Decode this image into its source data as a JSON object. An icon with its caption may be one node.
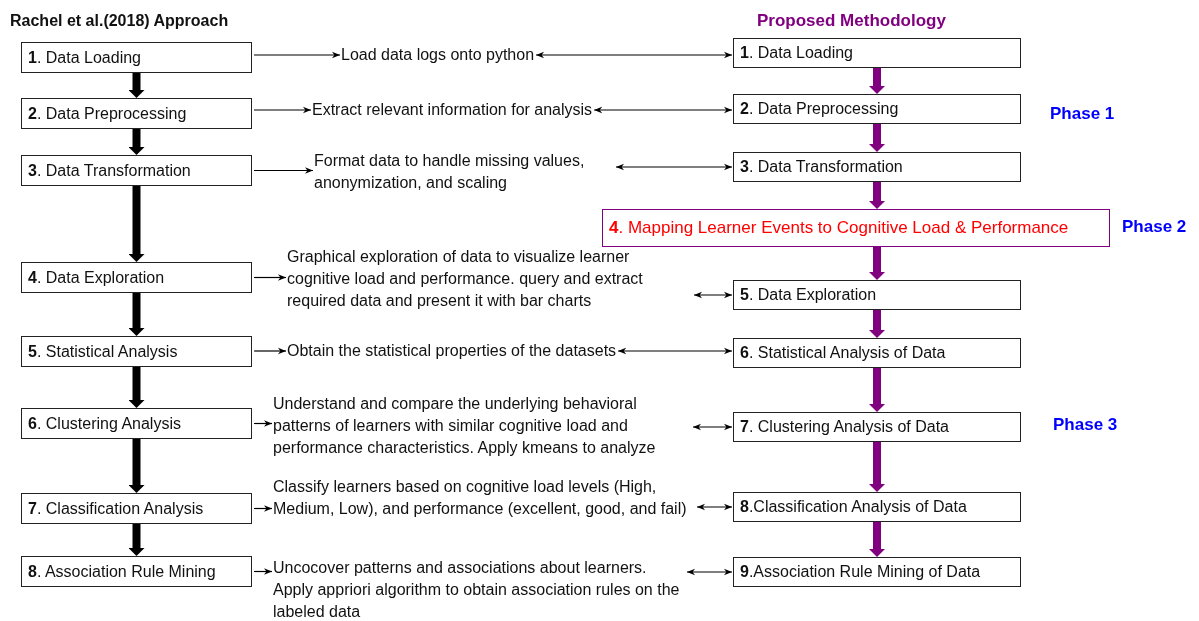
{
  "diagram": {
    "nodes": [
      {
        "text": [
          "**1**. Data Loading"
        ]
      },
      {
        "text": [
          "**2**. Data Preprocessing"
        ]
      },
      {
        "text": [
          "**3**. Data Transformation"
        ]
      },
      {
        "text": [
          "**4**. Data Exploration"
        ]
      },
      {
        "text": [
          "**5**. Statistical Analysis"
        ]
      },
      {
        "text": [
          "**6**. Clustering Analysis"
        ]
      },
      {
        "text": [
          "**7**. Classification Analysis"
        ]
      },
      {
        "text": [
          "**8**. Association Rule Mining"
        ]
      },
      {
        "text": [
          "Load data logs onto python"
        ]
      },
      {
        "text": [
          "Extract relevant information for analysis"
        ]
      },
      {
        "text": [
          "Format data to handle missing values, anonymization, and scaling"
        ]
      },
      {
        "text": [
          "Graphical exploration of data to visualize learner cognitive load and performance. query and extract required data and present it with bar charts"
        ]
      },
      {
        "text": [
          "Obtain the statistical properties of the datasets"
        ]
      },
      {
        "text": [
          "Understand and compare the underlying behavioral patterns of learners with similar cognitive load and performance characteristics. Apply kmeans to analyze"
        ]
      },
      {
        "text": [
          "Classify learners based on cognitive load levels (High, Medium, Low), and performance (excellent, good, and fail)"
        ]
      },
      {
        "text": [
          "Uncocover patterns and associations about learners. Apply appriori algorithm to obtain association rules on the labeled data"
        ]
      },
      {
        "text": [
          "**1**. Data Loading"
        ]
      },
      {
        "text": [
          "**2**. Data Preprocessing"
        ]
      },
      {
        "text": [
          "**3**. Data Transformation"
        ]
      },
      {
        "text": [
          "**4**. Mapping Learner Events to Cognitive Load & Performance"
        ]
      },
      {
        "text": [
          "**5**. Data Exploration"
        ]
      },
      {
        "text": [
          "**6**. Statistical Analysis of Data"
        ]
      },
      {
        "text": [
          "**7**. Clustering Analysis of Data"
        ]
      },
      {
        "text": [
          "**8**.Classification Analysis of Data"
        ]
      },
      {
        "text": [
          "**9**.Association Rule Mining of Data"
        ]
      }
    ],
    "edges": [
      {
        "from": 0,
        "to": 1,
        "arrow": "to",
        "style": "thick"
      },
      {
        "from": 1,
        "to": 2,
        "arrow": "to",
        "style": "thick"
      },
      {
        "from": 2,
        "to": 3,
        "arrow": "to",
        "style": "thick"
      },
      {
        "from": 3,
        "to": 4,
        "arrow": "to",
        "style": "thick"
      },
      {
        "from": 4,
        "to": 5,
        "arrow": "to",
        "style": "thick"
      },
      {
        "from": 5,
        "to": 6,
        "arrow": "to",
        "style": "thick"
      },
      {
        "from": 6,
        "to": 7,
        "arrow": "to",
        "style": "thick"
      },
      {
        "from": 0,
        "to": 8,
        "arrow": "to"
      },
      {
        "from": 1,
        "to": 9,
        "arrow": "to"
      },
      {
        "from": 2,
        "to": 10,
        "arrow": "to"
      },
      {
        "from": 3,
        "to": 11,
        "arrow": "to"
      },
      {
        "from": 4,
        "to": 12,
        "arrow": "to"
      },
      {
        "from": 5,
        "to": 13,
        "arrow": "to"
      },
      {
        "from": 6,
        "to": 14,
        "arrow": "to"
      },
      {
        "from": 7,
        "to": 15,
        "arrow": "to"
      },
      {
        "from": 8,
        "to": 16,
        "arrow": "both"
      },
      {
        "from": 9,
        "to": 17,
        "arrow": "both"
      },
      {
        "from": 10,
        "to": 18,
        "arrow": "both"
      },
      {
        "from": 11,
        "to": 20,
        "arrow": "both"
      },
      {
        "from": 12,
        "to": 21,
        "arrow": "both"
      },
      {
        "from": 13,
        "to": 22,
        "arrow": "both"
      },
      {
        "from": 14,
        "to": 23,
        "arrow": "both"
      },
      {
        "from": 15,
        "to": 24,
        "arrow": "both"
      },
      {
        "from": 16,
        "to": 17,
        "arrow": "to",
        "style": "thick",
        "color": "#800080"
      },
      {
        "from": 17,
        "to": 18,
        "arrow": "to",
        "style": "thick",
        "color": "#800080"
      },
      {
        "from": 18,
        "to": 19,
        "arrow": "to",
        "style": "thick",
        "color": "#800080"
      },
      {
        "from": 19,
        "to": 20,
        "arrow": "to",
        "style": "thick",
        "color": "#800080"
      },
      {
        "from": 20,
        "to": 21,
        "arrow": "to",
        "style": "thick",
        "color": "#800080"
      },
      {
        "from": 21,
        "to": 22,
        "arrow": "to",
        "style": "thick",
        "color": "#800080"
      },
      {
        "from": 22,
        "to": 23,
        "arrow": "to",
        "style": "thick",
        "color": "#800080"
      },
      {
        "from": 23,
        "to": 24,
        "arrow": "to",
        "style": "thick",
        "color": "#800080"
      }
    ],
    "labels": [
      "Rachel et al.(2018) Approach",
      "Proposed Methodology",
      "Phase 1",
      "Phase 2",
      "Phase 3"
    ]
  }
}
